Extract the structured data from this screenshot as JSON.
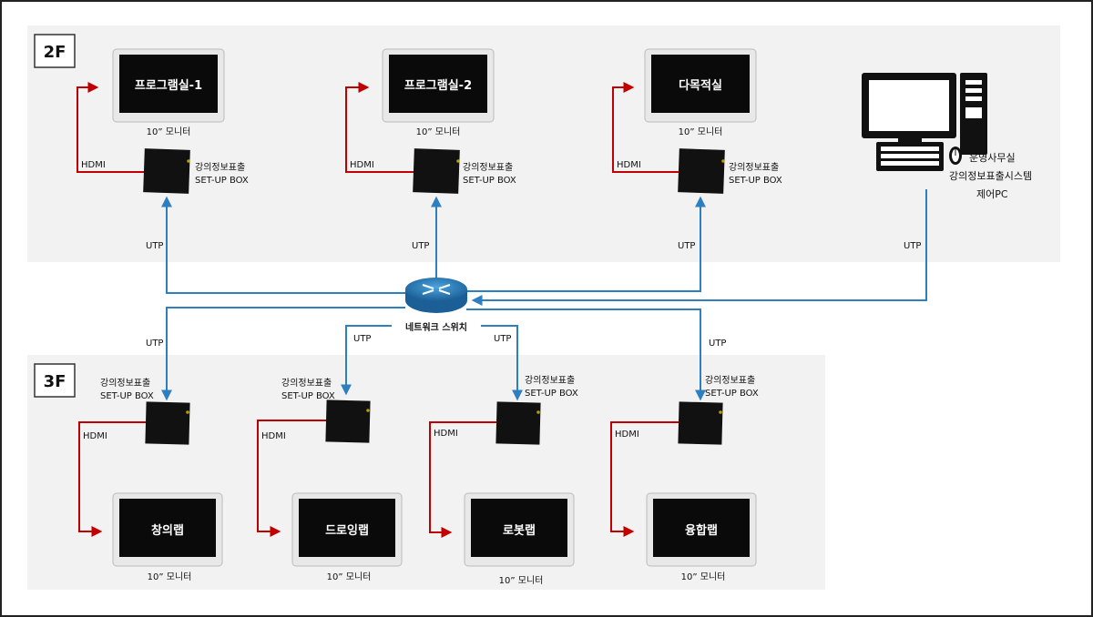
{
  "floors": {
    "floor2": {
      "label": "2F"
    },
    "floor3": {
      "label": "3F"
    }
  },
  "monitors": {
    "programroom1": "프로그램실-1",
    "programroom2": "프로그램실-2",
    "multipurpose": "다목적실",
    "creativelab": "창의랩",
    "dronelab": "드로잉랩",
    "robotlab": "로봇랩",
    "fusionlab": "융합랩",
    "caption": "10” 모니터"
  },
  "setupbox": {
    "line1": "강의정보표출",
    "line2": "SET-UP BOX"
  },
  "links": {
    "hdmi": "HDMI",
    "utp": "UTP"
  },
  "switch": {
    "label": "네트워크 스위치"
  },
  "control_pc": {
    "line1": "운영사무실",
    "line2": "강의정보표출시스템",
    "line3": "제어PC"
  },
  "colors": {
    "utp_line": "#2e7fbf",
    "hdmi_line": "#c00000",
    "floor_bg": "#f2f2f2"
  }
}
